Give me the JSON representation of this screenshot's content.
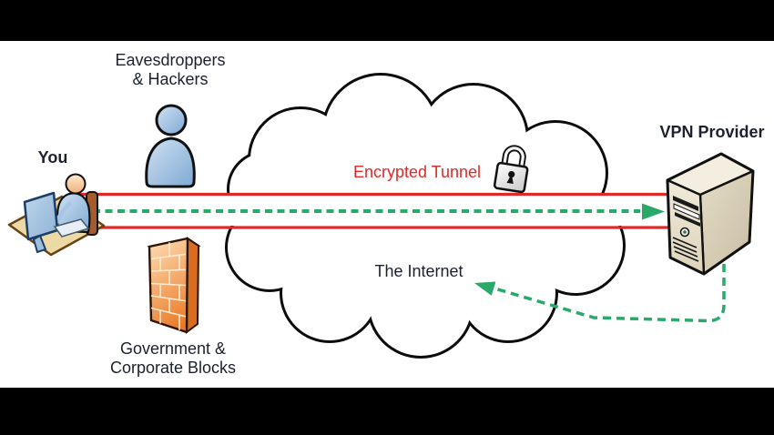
{
  "page": {
    "background": "#000000",
    "panel_background": "#ffffff",
    "description_visible": "VPN encrypted tunnel diagram"
  },
  "colors": {
    "tunnel_red": "#e02a2a",
    "arrow_green": "#29a96a",
    "label_dark": "#1c2130",
    "cloud_outline": "#0c0c0c",
    "firewall_orange": "#ee7f2e",
    "server_beige": "#e7e0cc",
    "person_blue": "#9cc0e2",
    "desk_tan": "#ecd9a6"
  },
  "labels": {
    "you": "You",
    "eavesdroppers": "Eavesdroppers\n& Hackers",
    "government": "Government &\nCorporate Blocks",
    "vpn_provider": "VPN Provider",
    "encrypted_tunnel": "Encrypted Tunnel",
    "the_internet": "The Internet"
  },
  "icons": {
    "workstation": "user-at-computer-icon",
    "hacker": "person-icon",
    "firewall": "firewall-brick-wall-icon",
    "cloud": "internet-cloud-shape",
    "padlock": "padlock-icon",
    "server": "server-tower-icon",
    "tunnel_arrow": "green-dashed-arrow-right",
    "return_arrow": "green-dashed-arrow-left"
  }
}
